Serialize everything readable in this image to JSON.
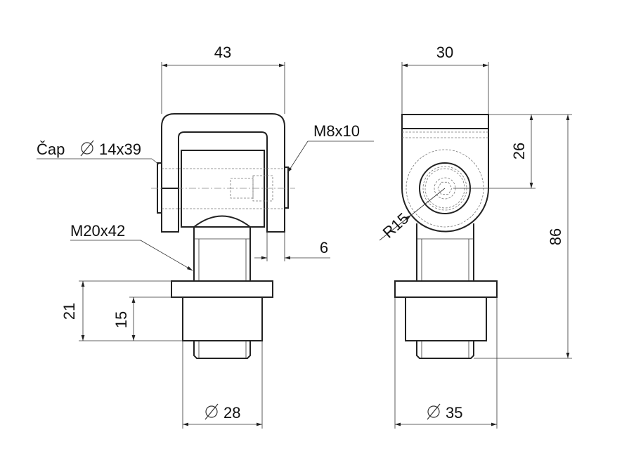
{
  "front_view": {
    "width_dim": "43",
    "pin_label": "Čap",
    "pin_size": "14x39",
    "screw_label": "M8x10",
    "thread_label": "M20x42",
    "offset_dim": "6",
    "collar_height_dim": "21",
    "body_height_dim": "15",
    "diameter_dim": "28"
  },
  "side_view": {
    "width_dim": "30",
    "upper_height_dim": "26",
    "total_height_dim": "86",
    "radius_dim": "R15",
    "diameter_dim": "35"
  },
  "colors": {
    "line": "#222222",
    "hidden": "#777777"
  }
}
